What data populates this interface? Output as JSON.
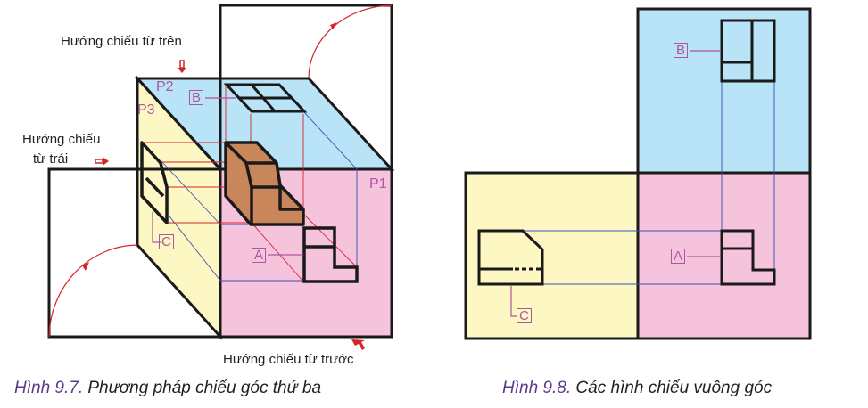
{
  "figure_left": {
    "caption_number": "Hình 9.7.",
    "caption_text": " Phương pháp chiếu góc thứ ba",
    "direction_top": "Hướng chiếu từ trên",
    "direction_left_line1": "Hướng chiếu",
    "direction_left_line2": "từ trái",
    "direction_front": "Hướng chiếu từ trước",
    "planes": {
      "p1": "P1",
      "p2": "P2",
      "p3": "P3"
    },
    "views": {
      "a": "A",
      "b": "B",
      "c": "C"
    }
  },
  "figure_right": {
    "caption_number": "Hình 9.8.",
    "caption_text": " Các hình chiếu vuông góc",
    "views": {
      "a": "A",
      "b": "B",
      "c": "C"
    }
  },
  "colors": {
    "plane_front_pink": "#f5c3dc",
    "plane_top_blue": "#b9e3f7",
    "plane_side_yellow": "#fdf7c4",
    "object_brown": "#c8865a",
    "outline": "#1a1a1a",
    "projection_red": "#d8232a",
    "projection_blue": "#3a4fb0",
    "label_magenta": "#b0569c",
    "caption_purple": "#5b3a8c"
  }
}
